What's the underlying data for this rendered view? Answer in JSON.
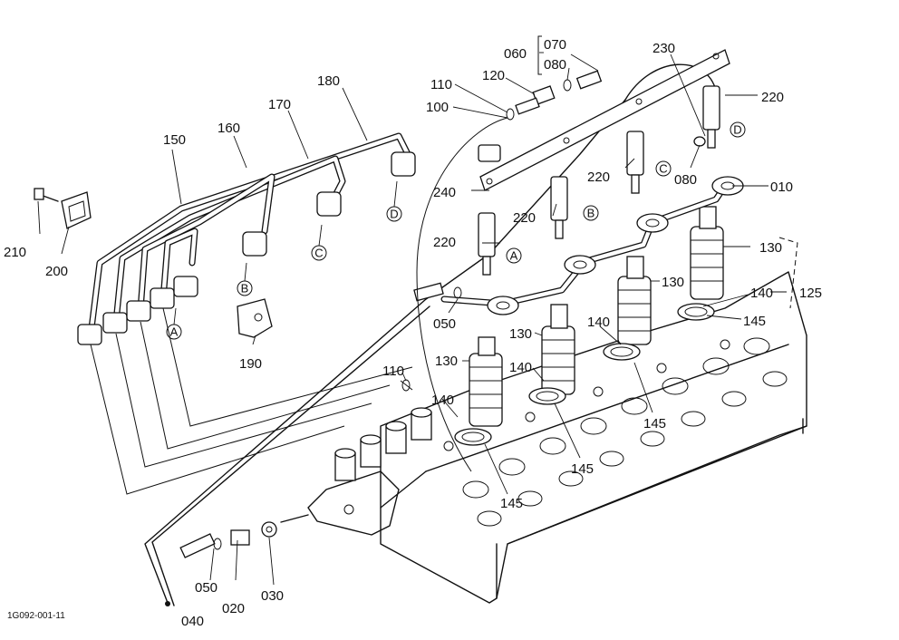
{
  "drawing_ref": "1G092-001-11",
  "callouts": {
    "p010": "010",
    "p020": "020",
    "p030": "030",
    "p040": "040",
    "p050a": "050",
    "p050b": "050",
    "p060": "060",
    "p070": "070",
    "p080a": "080",
    "p080b": "080",
    "p100": "100",
    "p110a": "110",
    "p110b": "110",
    "p120": "120",
    "p125": "125",
    "p130a": "130",
    "p130b": "130",
    "p130c": "130",
    "p130d": "130",
    "p140a": "140",
    "p140b": "140",
    "p140c": "140",
    "p140d": "140",
    "p145a": "145",
    "p145b": "145",
    "p145c": "145",
    "p145d": "145",
    "p150": "150",
    "p160": "160",
    "p170": "170",
    "p180": "180",
    "p190": "190",
    "p200": "200",
    "p210": "210",
    "p220a": "220",
    "p220b": "220",
    "p220c": "220",
    "p220d": "220",
    "p230": "230",
    "p240": "240"
  },
  "connection_marks": {
    "A": "A",
    "B": "B",
    "C": "C",
    "D": "D"
  }
}
